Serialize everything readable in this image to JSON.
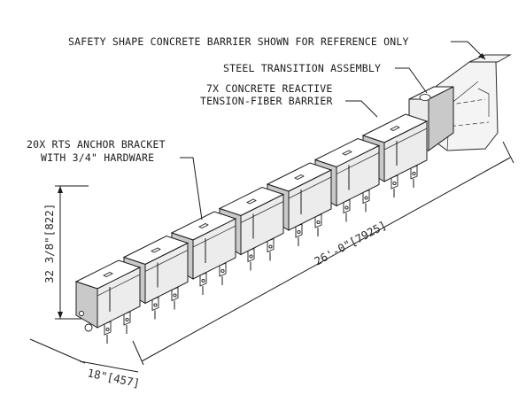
{
  "labels": {
    "safety_shape": "SAFETY SHAPE CONCRETE BARRIER SHOWN FOR REFERENCE ONLY",
    "steel_transition": "STEEL TRANSITION ASSEMBLY",
    "concrete_line1": "7X CONCRETE REACTIVE",
    "concrete_line2": "TENSION-FIBER BARRIER",
    "anchor_line1": "20X RTS ANCHOR BRACKET",
    "anchor_line2": "WITH 3/4\" HARDWARE"
  },
  "dimensions": {
    "length": "26'-0\"[7925]",
    "height": "32 3/8\"[822]",
    "width": "18\"[457]"
  }
}
